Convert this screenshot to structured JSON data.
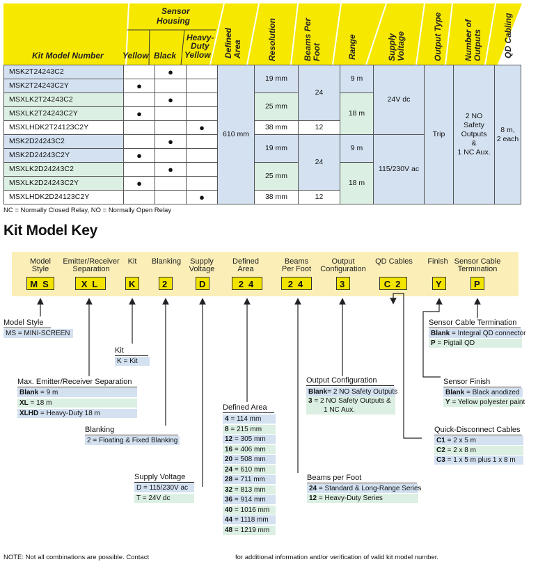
{
  "header": {
    "kit_model_number": "Kit Model Number",
    "sensor_housing_line1": "Sensor",
    "sensor_housing_line2": "Housing",
    "yellow": "Yellow",
    "black": "Black",
    "hd_line1": "Heavy-",
    "hd_line2": "Duty",
    "hd_line3": "Yellow",
    "defined_area": [
      "Defined",
      "Area"
    ],
    "resolution": [
      "Resolution"
    ],
    "beams_per_foot": [
      "Beams Per",
      "Foot"
    ],
    "range": [
      "Range"
    ],
    "supply_voltage": [
      "Supply",
      "Voltage"
    ],
    "output_type": [
      "Output Type"
    ],
    "number_of_outputs": [
      "Number of",
      "Outputs"
    ],
    "qd_cabling": [
      "QD Cabling"
    ]
  },
  "table": {
    "models": [
      "MSK2T24243C2",
      "MSK2T24243C2Y",
      "MSXLK2T24243C2",
      "MSXLK2T24243C2Y",
      "MSXLHDK2T24123C2Y",
      "MSK2D24243C2",
      "MSK2D24243C2Y",
      "MSXLK2D24243C2",
      "MSXLK2D24243C2Y",
      "MSXLHDK2D24123C2Y"
    ],
    "dot": "●",
    "defined_area": "610 mm",
    "res_19": "19 mm",
    "res_25": "25 mm",
    "res_38": "38 mm",
    "bpf_24": "24",
    "bpf_12": "12",
    "range_9": "9 m",
    "range_18": "18 m",
    "supply_24v": "24V dc",
    "supply_115": "115/230V ac",
    "output_type": "Trip",
    "outputs": [
      "2 NO",
      "Safety",
      "Outputs",
      "&",
      "1 NC Aux."
    ],
    "qd_cabling": [
      "8 m,",
      "2 each"
    ]
  },
  "relay_note": "NC = Normally Closed Relay, NO = Normally Open Relay",
  "key_title": "Kit Model Key",
  "key": {
    "labels": {
      "model_style": [
        "Model",
        "Style"
      ],
      "separation": [
        "Emitter/Receiver",
        "Separation"
      ],
      "kit": [
        "Kit"
      ],
      "blanking": [
        "Blanking"
      ],
      "supply_voltage": [
        "Supply",
        "Voltage"
      ],
      "defined_area": [
        "Defined",
        "Area"
      ],
      "beams_per_foot": [
        "Beams",
        "Per Foot"
      ],
      "output_config": [
        "Output",
        "Configuration"
      ],
      "qd_cables": [
        "QD Cables"
      ],
      "finish": [
        "Finish"
      ],
      "sensor_cable": [
        "Sensor Cable",
        "Termination"
      ]
    },
    "codes": {
      "ms": "MS",
      "xl": "XL",
      "k": "K",
      "two": "2",
      "d": "D",
      "da": "24",
      "bpf": "24",
      "oc": "3",
      "qd": "C2",
      "y": "Y",
      "p": "P"
    }
  },
  "legends": {
    "model_style": {
      "title": "Model Style",
      "rows": [
        "MS = MINI-SCREEN"
      ]
    },
    "kit": {
      "title": "Kit",
      "rows": [
        "K = Kit"
      ]
    },
    "separation": {
      "title": "Max. Emitter/Receiver Separation",
      "rows": [
        [
          "Blank",
          " = 9 m"
        ],
        [
          "XL",
          " = 18 m"
        ],
        [
          "XLHD",
          " = Heavy-Duty 18 m"
        ]
      ]
    },
    "blanking": {
      "title": "Blanking",
      "rows": [
        "2 = Floating & Fixed Blanking"
      ]
    },
    "supply_voltage": {
      "title": "Supply Voltage",
      "rows": [
        "D = 115/230V ac",
        "T = 24V dc"
      ]
    },
    "defined_area": {
      "title": "Defined Area",
      "rows": [
        [
          "4",
          " = 114 mm"
        ],
        [
          "8",
          " = 215 mm"
        ],
        [
          "12",
          " = 305 mm"
        ],
        [
          "16",
          " = 406 mm"
        ],
        [
          "20",
          " = 508 mm"
        ],
        [
          "24",
          " = 610 mm"
        ],
        [
          "28",
          " = 711 mm"
        ],
        [
          "32",
          " = 813 mm"
        ],
        [
          "36",
          " = 914 mm"
        ],
        [
          "40",
          " = 1016 mm"
        ],
        [
          "44",
          " = 1118 mm"
        ],
        [
          "48",
          " = 1219 mm"
        ]
      ]
    },
    "output_config": {
      "title": "Output Configuration",
      "rows": [
        [
          "Blank",
          "= 2 NO Safety Outputs"
        ],
        [
          "3",
          " = 2 NO  Safety Outputs &"
        ],
        [
          "",
          "     1 NC Aux."
        ]
      ]
    },
    "beams_per_foot": {
      "title": "Beams per Foot",
      "rows": [
        [
          "24",
          " = Standard & Long-Range Series"
        ],
        [
          "12",
          " = Heavy-Duty Series"
        ]
      ]
    },
    "sensor_cable": {
      "title": "Sensor Cable Termination",
      "rows": [
        [
          "Blank",
          " = Integral QD connector"
        ],
        [
          "P",
          " = Pigtail QD"
        ]
      ]
    },
    "finish": {
      "title": "Sensor Finish",
      "rows": [
        [
          "Blank",
          " = Black anodized"
        ],
        [
          "Y",
          " = Yellow polyester paint"
        ]
      ]
    },
    "qd_cables": {
      "title": "Quick-Disconnect Cables",
      "rows": [
        [
          "C1",
          " = 2 x 5 m"
        ],
        [
          "C2",
          " = 2 x 8 m"
        ],
        [
          "C3",
          " = 1 x 5 m plus 1 x 8 m"
        ]
      ]
    }
  },
  "bottom_note_left": "NOTE:  Not all combinations are possible. Contact",
  "bottom_note_right": "for additional information and/or verification of valid kit model number."
}
